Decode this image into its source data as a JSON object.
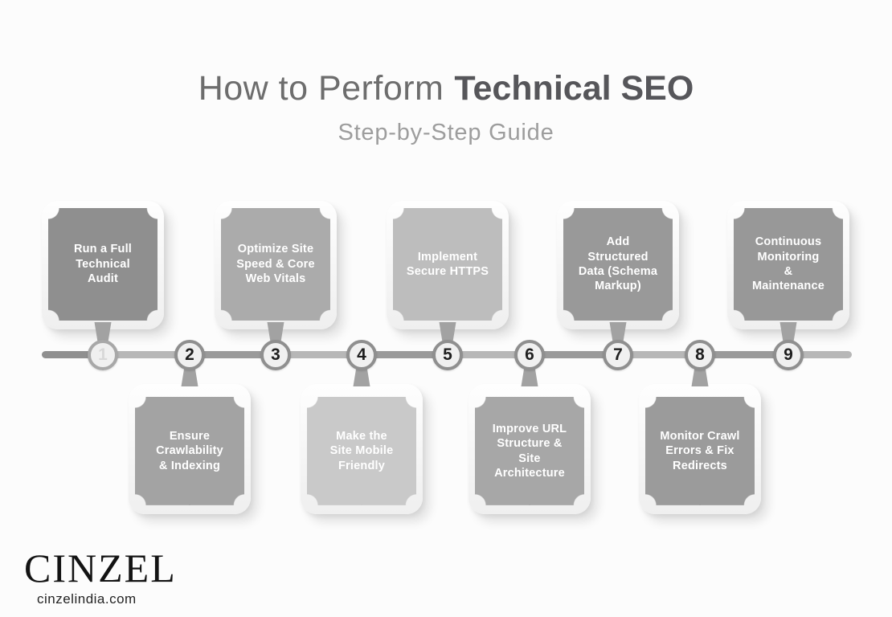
{
  "page": {
    "background": "#fcfcfc"
  },
  "header": {
    "title_regular": "How to Perform",
    "title_bold": "Technical SEO",
    "subtitle": "Step-by-Step Guide",
    "title_color": "#6d6d6d",
    "title_bold_color": "#56565a",
    "subtitle_color": "#9d9d9d"
  },
  "timeline": {
    "colors": {
      "bar_dark": "#9a9a9a",
      "bar_light": "#b7b7b7",
      "node_ring": "#8f8f8f",
      "node_fill": "#f0f0f0",
      "stem": "#a2a2a2",
      "card_text": "#ffffff"
    },
    "steps": [
      {
        "number": "1",
        "label": "Run a Full\nTechnical\nAudit",
        "card_color": "#8f8f8f",
        "number_color": "#d8d8d8",
        "ring_color": "#a8a8a8"
      },
      {
        "number": "2",
        "label": "Ensure\nCrawlability\n& Indexing",
        "card_color": "#a3a3a3",
        "number_color": "#1f1f1f"
      },
      {
        "number": "3",
        "label": "Optimize Site\nSpeed & Core\nWeb Vitals",
        "card_color": "#ababab",
        "number_color": "#1f1f1f"
      },
      {
        "number": "4",
        "label": "Make the\nSite Mobile\nFriendly",
        "card_color": "#c9c9c9",
        "number_color": "#1f1f1f"
      },
      {
        "number": "5",
        "label": "Implement\nSecure HTTPS",
        "card_color": "#bdbdbd",
        "number_color": "#1f1f1f"
      },
      {
        "number": "6",
        "label": "Improve URL\nStructure &\nSite\nArchitecture",
        "card_color": "#a7a7a7",
        "number_color": "#1f1f1f"
      },
      {
        "number": "7",
        "label": "Add\nStructured\nData (Schema\nMarkup)",
        "card_color": "#999999",
        "number_color": "#1f1f1f"
      },
      {
        "number": "8",
        "label": "Monitor Crawl\nErrors & Fix\nRedirects",
        "card_color": "#9b9b9b",
        "number_color": "#1f1f1f"
      },
      {
        "number": "9",
        "label": "Continuous\nMonitoring\n&\nMaintenance",
        "card_color": "#989898",
        "number_color": "#1f1f1f"
      }
    ]
  },
  "footer": {
    "brand": "CINZEL",
    "website": "cinzelindia.com"
  }
}
